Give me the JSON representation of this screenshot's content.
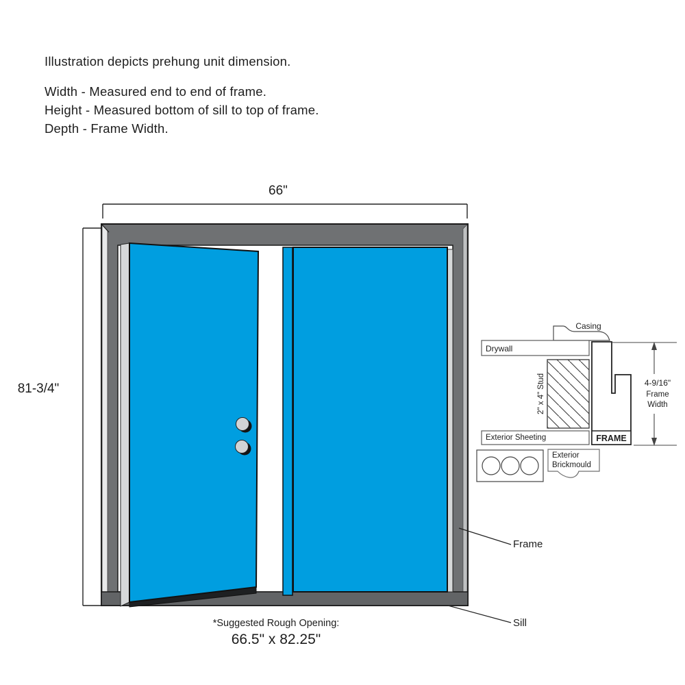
{
  "intro": {
    "title": "Illustration depicts prehung unit dimension.",
    "definitions": [
      "Width - Measured end to end of frame.",
      "Height - Measured bottom of sill to top of frame.",
      "Depth - Frame Width."
    ]
  },
  "door_unit": {
    "width_label": "66\"",
    "height_label": "81-3/4\"",
    "frame_label": "Frame",
    "sill_label": "Sill",
    "door_count": 2,
    "knob_count": 2
  },
  "rough_opening": {
    "note": "*Suggested Rough Opening:",
    "size": "66.5\" x 82.25\""
  },
  "cross_section": {
    "casing_label": "Casing",
    "drywall_label": "Drywall",
    "stud_label": "2\" x 4\" Stud",
    "sheeting_label": "Exterior Sheeting",
    "frame_label": "FRAME",
    "dimension": "4-9/16\"",
    "dimension_caption_line1": "Frame",
    "dimension_caption_line2": "Width",
    "brickmould_label_line1": "Exterior",
    "brickmould_label_line2": "Brickmould"
  },
  "colors": {
    "door_blue": "#009EE0",
    "frame_gray": "#6F7173",
    "sill_gray": "#626466",
    "door_edge_light": "#D6D8D9",
    "door_bottom_dark": "#1E2022",
    "knob_gray": "#D2D4D5",
    "line_dark": "#1A1A1A",
    "background": "#FFFFFF"
  }
}
